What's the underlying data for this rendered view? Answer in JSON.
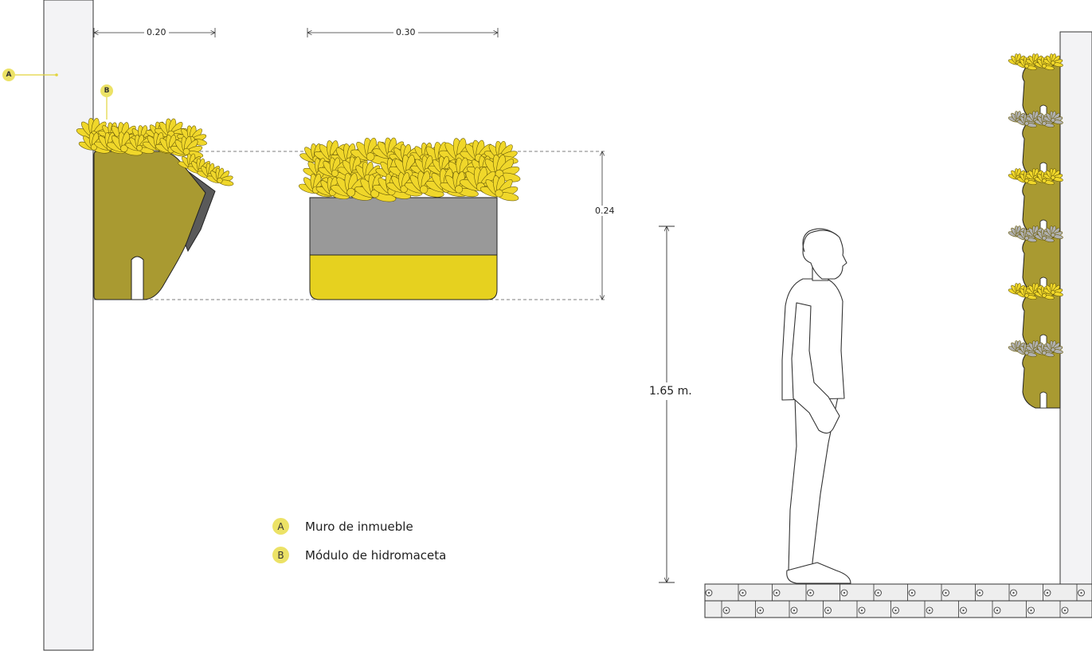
{
  "dimensions": {
    "module_depth": "0.20",
    "module_width": "0.30",
    "module_height": "0.24",
    "person_height": "1.65 m."
  },
  "callouts": {
    "wall": "A",
    "module": "B"
  },
  "legend": [
    {
      "key": "A",
      "label": "Muro de inmueble"
    },
    {
      "key": "B",
      "label": "Módulo de hidromaceta"
    }
  ],
  "colors": {
    "planter_olive": "#a99a31",
    "planter_gray": "#999999",
    "planter_yellow": "#e6d11f",
    "succulent_yellow": "#f0d72a",
    "succulent_gray": "#b0b0b0",
    "wall_fill": "#f3f3f5",
    "badge": "#ece266"
  }
}
